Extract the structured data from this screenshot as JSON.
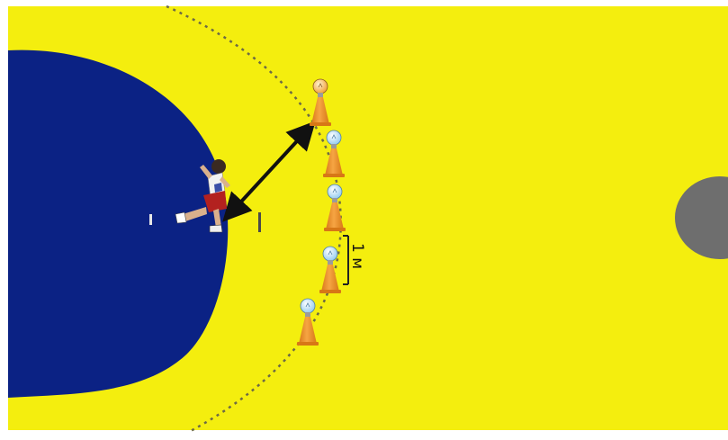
{
  "diagram": {
    "distance_label": "1 м",
    "colors": {
      "court_background": "#f4ee0e",
      "goal_area": "#0b2284",
      "centre_circle": "#6e6e6e",
      "border": "#ffffff",
      "dashed_line": "#6d6a45",
      "arrow": "#111111",
      "cone": "#f39b2a",
      "bulb_lit": "#f2a23a",
      "bulb_unlit": "#9ad0f1"
    },
    "markers": [
      {
        "name": "marker-1",
        "state": "lit"
      },
      {
        "name": "marker-2",
        "state": "unlit"
      },
      {
        "name": "marker-3",
        "state": "unlit"
      },
      {
        "name": "marker-4",
        "state": "unlit"
      },
      {
        "name": "marker-5",
        "state": "unlit"
      }
    ]
  }
}
